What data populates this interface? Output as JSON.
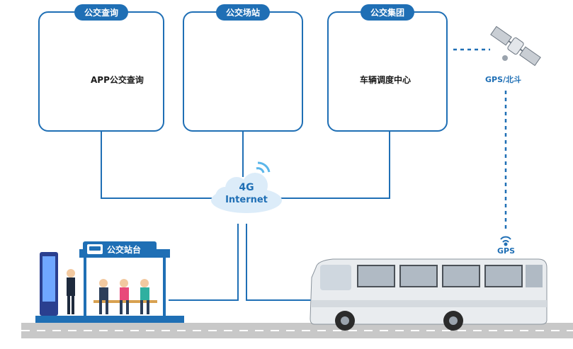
{
  "panels": {
    "query": {
      "title": "公交查询",
      "app_caption": "APP公交查询"
    },
    "station": {
      "title": "公交场站"
    },
    "group": {
      "title": "公交集团",
      "center_caption": "车辆调度中心"
    }
  },
  "network": {
    "line1": "4G",
    "line2": "Internet"
  },
  "gps": {
    "satellite_caption": "GPS/北斗",
    "bus_caption": "GPS"
  },
  "bus_stop": {
    "title": "公交站台"
  },
  "colors": {
    "primary": "#1f6fb5",
    "line": "#1f6fb5",
    "road": "#c8c8c8"
  }
}
